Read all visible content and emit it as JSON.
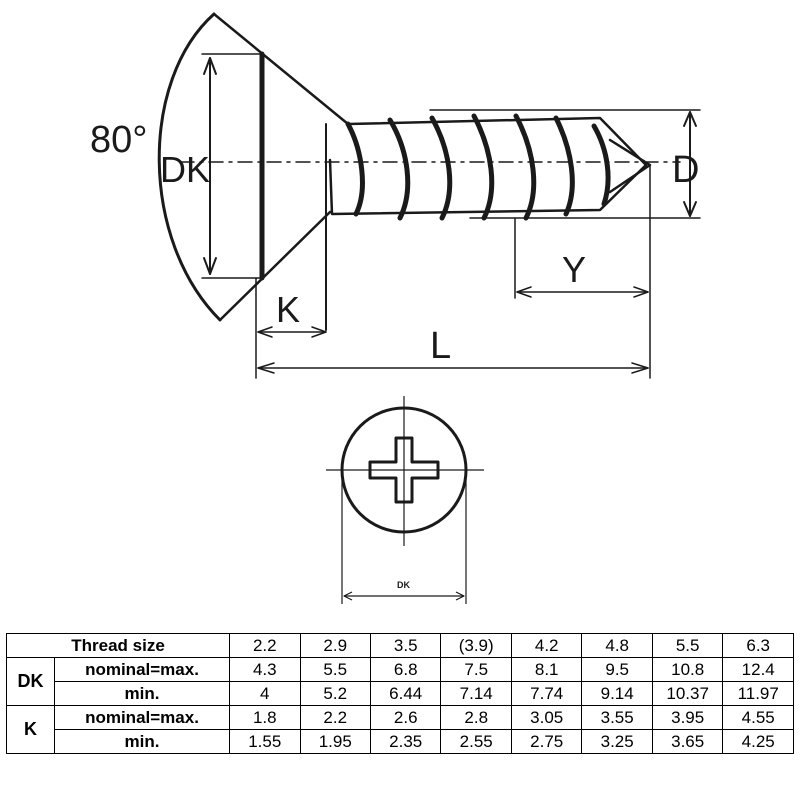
{
  "diagram": {
    "angle_label": "80°",
    "dk_label": "DK",
    "d_label": "D",
    "k_label": "K",
    "l_label": "L",
    "y_label": "Y",
    "head_view_dk_label": "DK"
  },
  "table": {
    "thread_size_label": "Thread size",
    "thread_sizes": [
      "2.2",
      "2.9",
      "3.5",
      "(3.9)",
      "4.2",
      "4.8",
      "5.5",
      "6.3"
    ],
    "groups": [
      {
        "label": "DK",
        "rows": [
          {
            "label": "nominal=max.",
            "values": [
              "4.3",
              "5.5",
              "6.8",
              "7.5",
              "8.1",
              "9.5",
              "10.8",
              "12.4"
            ]
          },
          {
            "label": "min.",
            "values": [
              "4",
              "5.2",
              "6.44",
              "7.14",
              "7.74",
              "9.14",
              "10.37",
              "11.97"
            ]
          }
        ]
      },
      {
        "label": "K",
        "rows": [
          {
            "label": "nominal=max.",
            "values": [
              "1.8",
              "2.2",
              "2.6",
              "2.8",
              "3.05",
              "3.55",
              "3.95",
              "4.55"
            ]
          },
          {
            "label": "min.",
            "values": [
              "1.55",
              "1.95",
              "2.35",
              "2.55",
              "2.75",
              "3.25",
              "3.65",
              "4.25"
            ]
          }
        ]
      }
    ]
  }
}
